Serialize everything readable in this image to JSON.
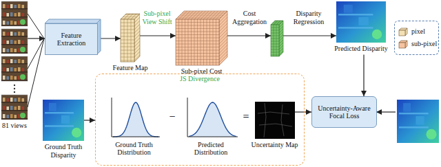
{
  "diagram": {
    "nodes": [
      {
        "text": [
          "81 views"
        ]
      },
      {
        "text": [
          "Feature Extraction"
        ]
      },
      {
        "text": [
          "Feature Map"
        ]
      },
      {
        "text": [
          "Sub-pixel Cost Volume"
        ]
      },
      {
        "text": [
          "Predicted Disparity"
        ]
      },
      {
        "text": [
          "Ground Truth Disparity"
        ]
      },
      {
        "text": [
          "JS Divergence"
        ]
      },
      {
        "text": [
          "Ground Truth Distribution"
        ],
        "in": 6
      },
      {
        "text": [
          "Predicted Distribution"
        ],
        "in": 6
      },
      {
        "text": [
          "Uncertainty Map"
        ],
        "in": 6
      },
      {
        "text": [
          "Uncertainty-Aware Focal Loss"
        ]
      }
    ],
    "edges": [
      {
        "from": 0,
        "to": 1,
        "arrow": "to"
      },
      {
        "from": 1,
        "to": 2,
        "arrow": "to"
      },
      {
        "from": 2,
        "to": 3,
        "arrow": "to",
        "label": "Sub-pixel View Shift"
      },
      {
        "from": 3,
        "to": 4,
        "arrow": "to",
        "label": "Cost Aggregation"
      },
      {
        "from": 4,
        "to": 10,
        "arrow": "to"
      },
      {
        "from": 5,
        "to": 6,
        "arrow": "to"
      },
      {
        "from": 9,
        "to": 10,
        "arrow": "to"
      }
    ],
    "labels": [
      "Disparity Regression",
      "−",
      "="
    ],
    "legend": [
      {
        "text": "pixel",
        "color": "#f3e0b5"
      },
      {
        "text": "sub-pixel",
        "color": "#f6c3a0"
      }
    ]
  }
}
